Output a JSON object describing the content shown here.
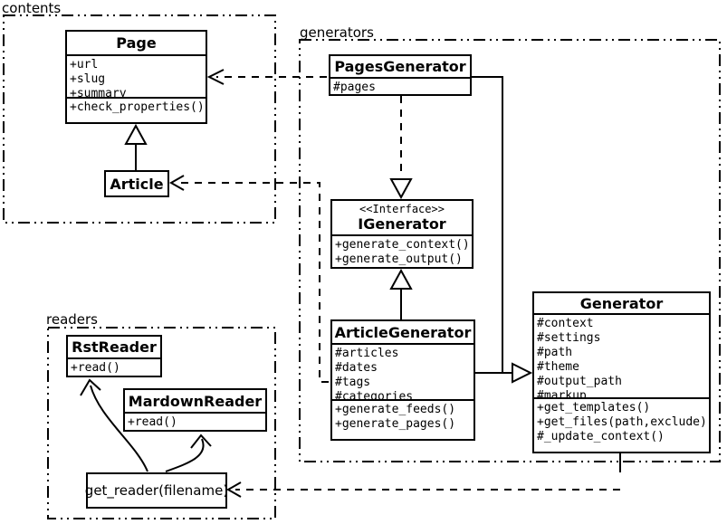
{
  "packages": {
    "contents": {
      "label": "contents"
    },
    "generators": {
      "label": "generators"
    },
    "readers": {
      "label": "readers"
    }
  },
  "classes": {
    "page": {
      "title": "Page",
      "attributes": [
        "+url",
        "+slug",
        "+summary"
      ],
      "methods": [
        "+check_properties()"
      ]
    },
    "article": {
      "title": "Article"
    },
    "pages_generator": {
      "title": "PagesGenerator",
      "attributes": [
        "#pages"
      ]
    },
    "igenerator": {
      "stereotype": "<<Interface>>",
      "title": "IGenerator",
      "methods": [
        "+generate_context()",
        "+generate_output()"
      ]
    },
    "article_generator": {
      "title": "ArticleGenerator",
      "attributes": [
        "#articles",
        "#dates",
        "#tags",
        "#categories"
      ],
      "methods": [
        "+generate_feeds()",
        "+generate_pages()"
      ]
    },
    "generator": {
      "title": "Generator",
      "attributes": [
        "#context",
        "#settings",
        "#path",
        "#theme",
        "#output_path",
        "#markup"
      ],
      "methods": [
        "+get_templates()",
        "+get_files(path,exclude)",
        "#_update_context()"
      ]
    },
    "rst_reader": {
      "title": "RstReader",
      "methods": [
        "+read()"
      ]
    },
    "mardown_reader": {
      "title": "MardownReader",
      "methods": [
        "+read()"
      ]
    },
    "get_reader": {
      "label": "get_reader(filename)"
    }
  },
  "relationships": [
    {
      "type": "generalization",
      "from": "Article",
      "to": "Page"
    },
    {
      "type": "dependency",
      "from": "PagesGenerator",
      "to": "Page"
    },
    {
      "type": "dependency",
      "from": "ArticleGenerator",
      "to": "Article"
    },
    {
      "type": "realization",
      "from": "PagesGenerator",
      "to": "IGenerator",
      "style": "dashed"
    },
    {
      "type": "realization",
      "from": "ArticleGenerator",
      "to": "IGenerator",
      "style": "solid"
    },
    {
      "type": "generalization",
      "from": "PagesGenerator",
      "to": "Generator"
    },
    {
      "type": "generalization",
      "from": "ArticleGenerator",
      "to": "Generator"
    },
    {
      "type": "dependency",
      "from": "Generator",
      "to": "get_reader(filename)"
    },
    {
      "type": "arrow",
      "from": "get_reader(filename)",
      "to": "RstReader"
    },
    {
      "type": "arrow",
      "from": "get_reader(filename)",
      "to": "MardownReader"
    }
  ],
  "colors": {
    "line": "#000000",
    "background": "#ffffff"
  }
}
